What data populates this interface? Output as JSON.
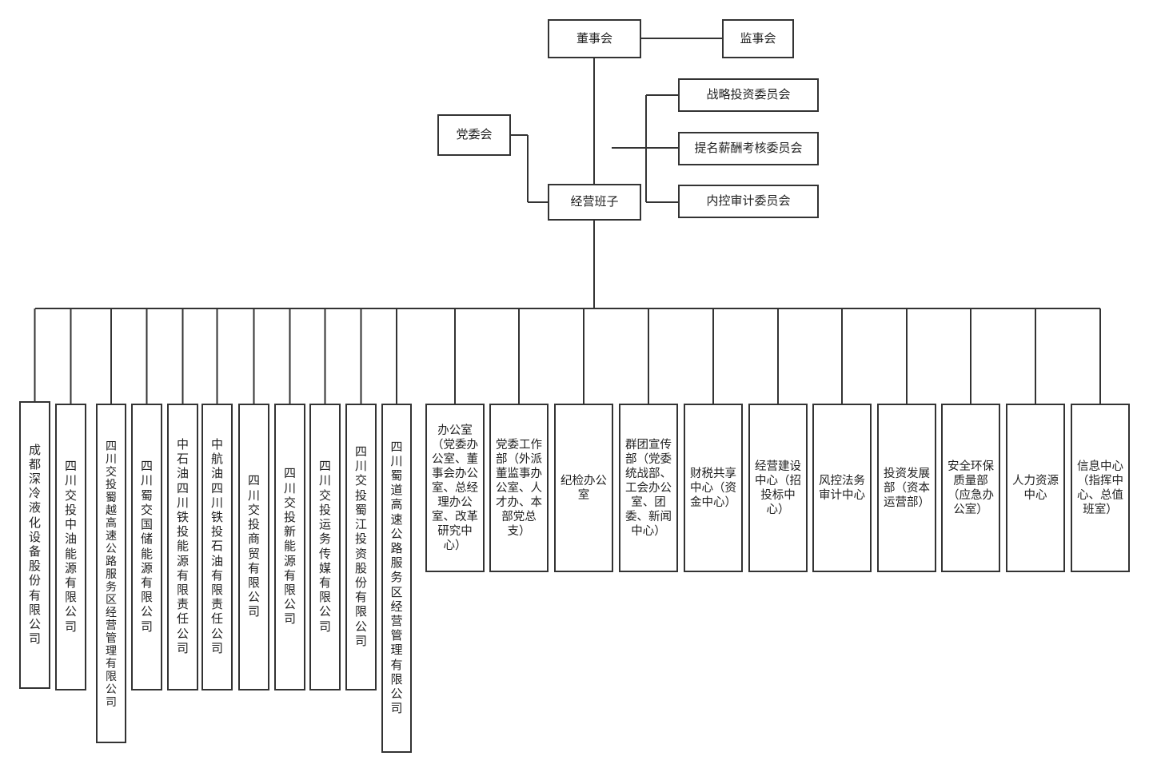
{
  "top": {
    "board": "董事会",
    "supervisory": "监事会",
    "party": "党委会",
    "management": "经营班子"
  },
  "committees": [
    "战略投资委员会",
    "提名薪酬考核委员会",
    "内控审计委员会"
  ],
  "subsidiaries": [
    "成都深冷液化设备股份有限公司",
    "四川交投中油能源有限公司",
    "四川交投蜀越高速公路服务区经营管理有限公司",
    "四川蜀交国储能源有限公司",
    "中石油四川铁投能源有限责任公司",
    "中航油四川铁投石油有限责任公司",
    "四川交投商贸有限公司",
    "四川交投新能源有限公司",
    "四川交投运务传媒有限公司",
    "四川交投蜀江投资股份有限公司",
    "四川蜀道高速公路服务区经营管理有限公司"
  ],
  "departments": [
    "办公室（党委办公室、董事会办公室、总经理办公室、改革研究中心）",
    "党委工作部（外派董监事办公室、人才办、本部党总支）",
    "纪检办公室",
    "群团宣传部（党委统战部、工会办公室、团委、新闻中心）",
    "财税共享中心（资金中心）",
    "经营建设中心（招投标中心）",
    "风控法务审计中心",
    "投资发展部（资本运营部）",
    "安全环保质量部（应急办公室）",
    "人力资源中心",
    "信息中心（指挥中心、总值班室）"
  ]
}
